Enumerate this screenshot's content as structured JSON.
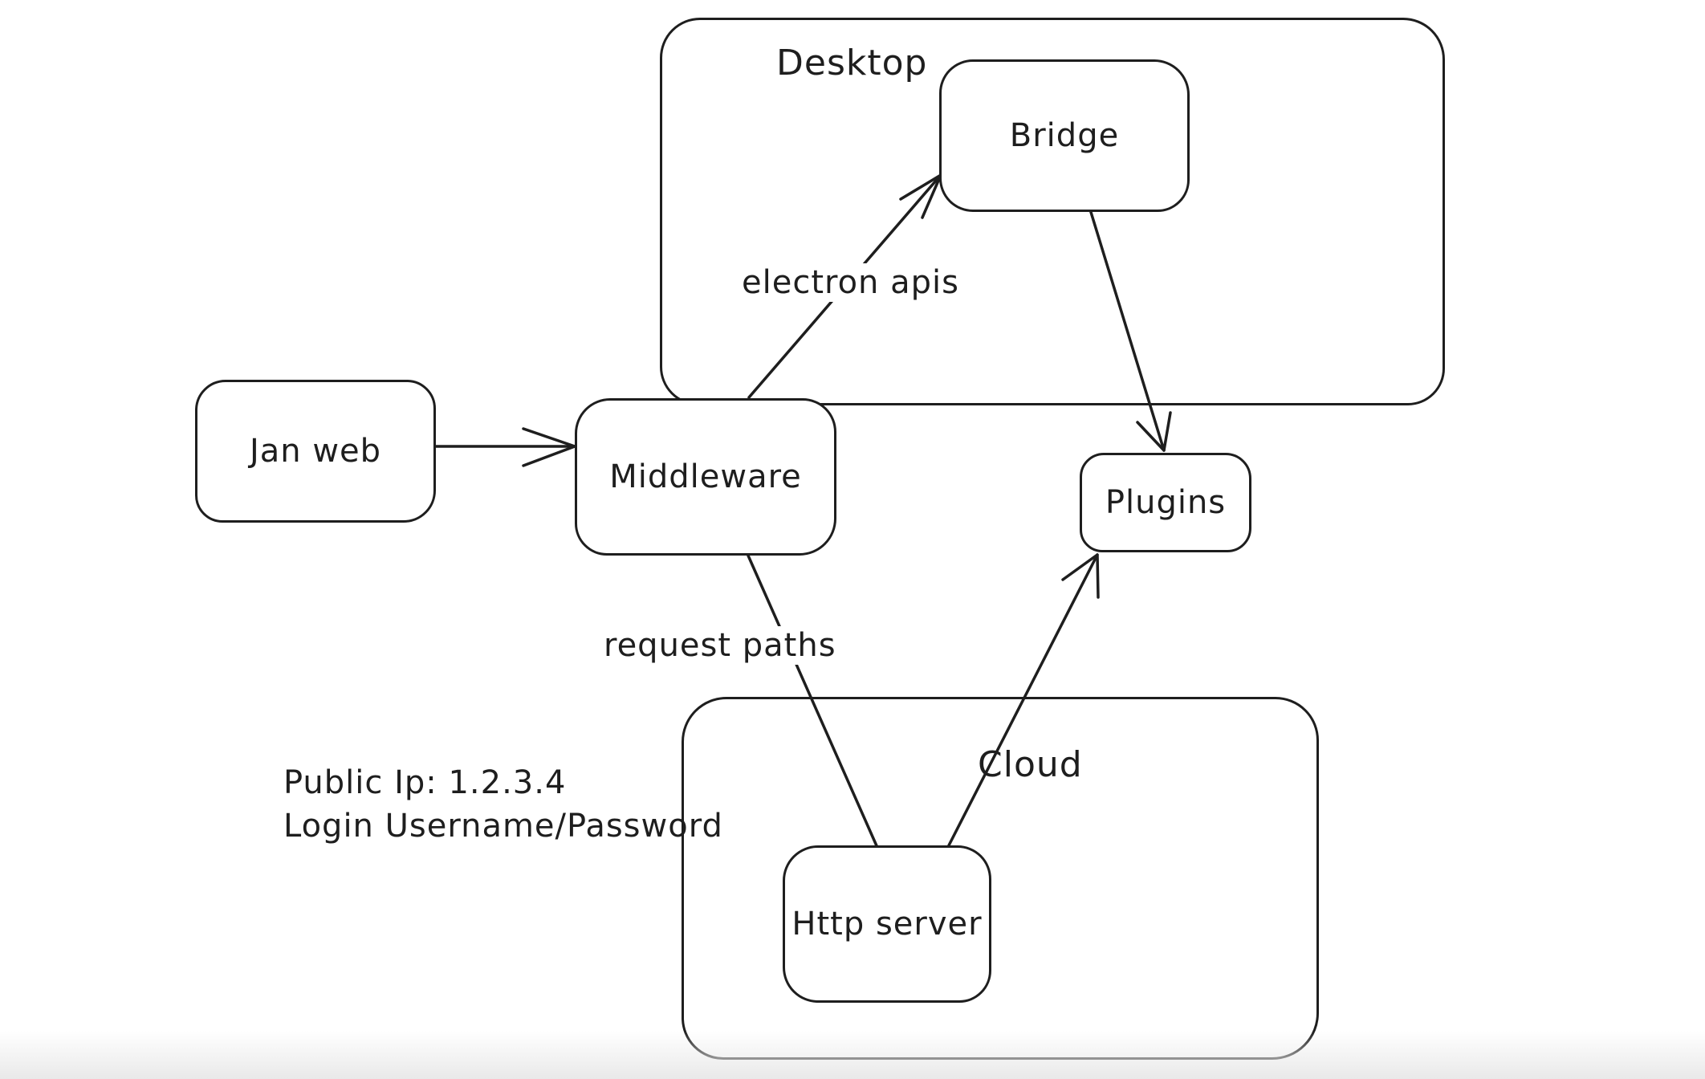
{
  "canvas": {
    "background": "#ffffff",
    "stroke_color": "#1e1e1e",
    "text_color": "#1e1e1e",
    "bottom_fade_color": "#e9e9e9"
  },
  "containers": {
    "desktop": {
      "label": "Desktop"
    },
    "cloud": {
      "label": "Cloud"
    }
  },
  "nodes": {
    "jan_web": {
      "label": "Jan web"
    },
    "middleware": {
      "label": "Middleware"
    },
    "bridge": {
      "label": "Bridge"
    },
    "plugins": {
      "label": "Plugins"
    },
    "http_server": {
      "label": "Http server"
    }
  },
  "edge_labels": {
    "electron_apis": {
      "text": "electron apis"
    },
    "request_paths": {
      "text": "request paths"
    }
  },
  "annotation": {
    "line1": "Public Ip: 1.2.3.4",
    "line2": "Login Username/Password"
  },
  "edges": [
    {
      "from": "jan_web",
      "to": "middleware",
      "arrowhead": "end"
    },
    {
      "from": "middleware",
      "to": "bridge",
      "arrowhead": "end",
      "label": "electron apis"
    },
    {
      "from": "bridge",
      "to": "plugins",
      "arrowhead": "end"
    },
    {
      "from": "middleware",
      "to": "http_server",
      "arrowhead": "none",
      "label": "request paths"
    },
    {
      "from": "http_server",
      "to": "plugins",
      "arrowhead": "end"
    }
  ]
}
